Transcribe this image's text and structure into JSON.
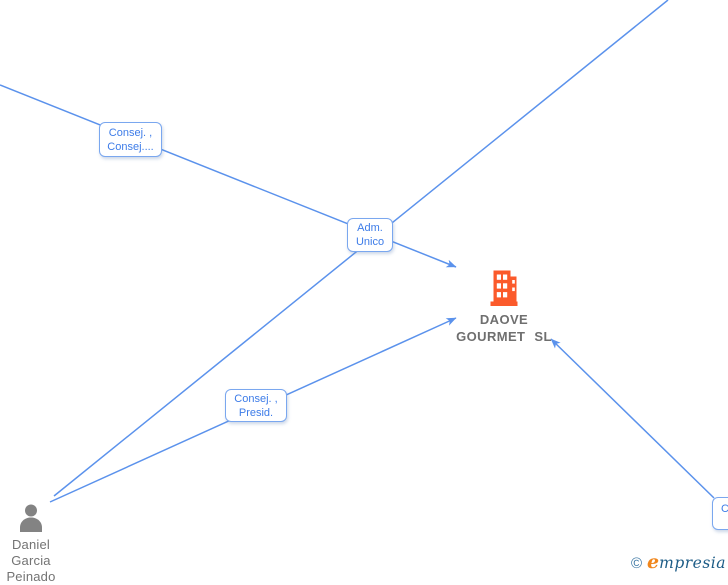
{
  "diagram": {
    "company": {
      "name_line1": "DAOVE",
      "name_line2": "GOURMET SL"
    },
    "person": {
      "name_line1": "Daniel",
      "name_line2": "Garcia",
      "name_line3": "Peinado"
    },
    "relationship_labels": {
      "consej_consej": {
        "line1": "Consej. ,",
        "line2": "Consej...."
      },
      "adm_unico": {
        "line1": "Adm.",
        "line2": "Unico"
      },
      "consej_presid": {
        "line1": "Consej. ,",
        "line2": "Presid."
      },
      "partial_right": {
        "line1": "C"
      }
    },
    "colors": {
      "edge_blue": "#5b92ec",
      "label_border_blue": "#7aa7ef",
      "label_text_blue": "#3d7ce8",
      "building_orange": "#fb5a2b",
      "person_gray": "#838383",
      "node_label_gray": "#737373"
    }
  },
  "footer": {
    "copyright_symbol": "©",
    "brand_first_letter": "e",
    "brand_rest": "mpresia"
  }
}
